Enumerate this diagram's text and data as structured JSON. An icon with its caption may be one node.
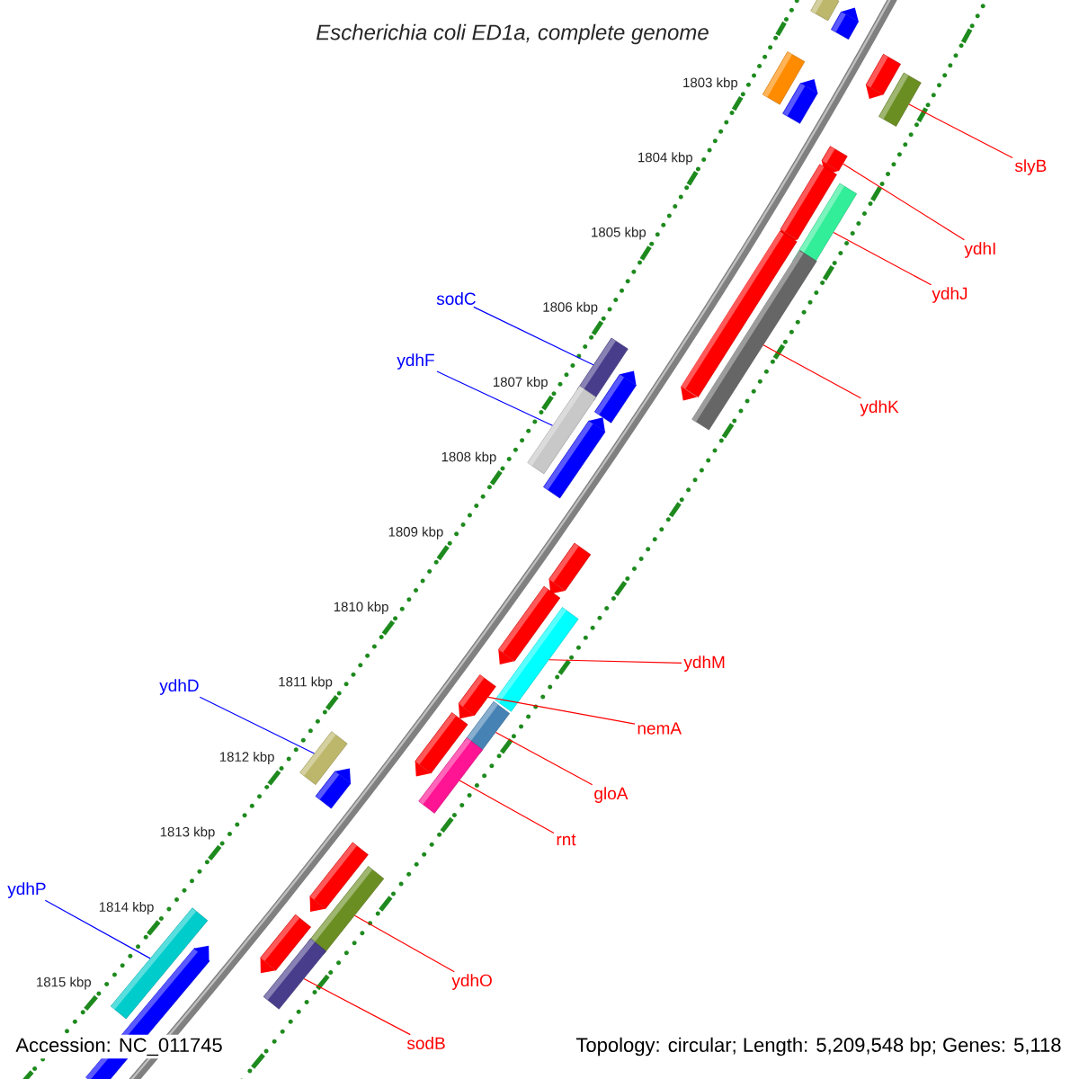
{
  "diagram": {
    "title": "Escherichia coli ED1a, complete genome",
    "nodes": [
      {
        "text": [
          "slyB"
        ]
      },
      {
        "text": [],
        "shape": "box"
      },
      {
        "text": [
          "ydhI"
        ]
      },
      {
        "text": [],
        "shape": "box"
      },
      {
        "text": [
          "ydhJ"
        ]
      },
      {
        "text": [],
        "shape": "box"
      },
      {
        "text": [
          "sodC"
        ]
      },
      {
        "text": [],
        "shape": "box"
      },
      {
        "text": [
          "ydhF"
        ]
      },
      {
        "text": [],
        "shape": "box"
      },
      {
        "text": [
          "ydhK"
        ]
      },
      {
        "text": [],
        "shape": "box"
      },
      {
        "text": [
          "ydhM"
        ]
      },
      {
        "text": [],
        "shape": "box"
      },
      {
        "text": [
          "ydhD"
        ]
      },
      {
        "text": [],
        "shape": "box"
      },
      {
        "text": [
          "nemA"
        ]
      },
      {
        "text": [],
        "shape": "box"
      },
      {
        "text": [
          "gloA"
        ]
      },
      {
        "text": [],
        "shape": "box"
      },
      {
        "text": [
          "rnt"
        ]
      },
      {
        "text": [],
        "shape": "box"
      },
      {
        "text": [
          "ydhP"
        ]
      },
      {
        "text": [],
        "shape": "box"
      },
      {
        "text": [
          "ydhO"
        ]
      },
      {
        "text": [],
        "shape": "box"
      },
      {
        "text": [
          "sodB"
        ]
      },
      {
        "text": [],
        "shape": "box"
      },
      {
        "text": [],
        "shape": "box"
      },
      {
        "text": [],
        "shape": "box"
      },
      {
        "text": [],
        "shape": "box"
      },
      {
        "text": [],
        "shape": "box"
      },
      {
        "text": [],
        "shape": "box"
      },
      {
        "text": [],
        "shape": "box"
      },
      {
        "text": [],
        "shape": "box"
      },
      {
        "text": [],
        "shape": "box"
      },
      {
        "text": [],
        "shape": "box"
      },
      {
        "text": [],
        "shape": "box"
      },
      {
        "text": [],
        "shape": "box"
      },
      {
        "text": [],
        "shape": "box"
      },
      {
        "text": [],
        "shape": "box"
      },
      {
        "text": [],
        "shape": "box"
      },
      {
        "text": [],
        "shape": "box"
      },
      {
        "text": [],
        "shape": "box"
      }
    ],
    "edges": [
      {
        "from": 0,
        "to": 1,
        "arrow": "none"
      },
      {
        "from": 2,
        "to": 3,
        "arrow": "none"
      },
      {
        "from": 4,
        "to": 5,
        "arrow": "none"
      },
      {
        "from": 6,
        "to": 7,
        "arrow": "none",
        "color": "#0000ff"
      },
      {
        "from": 8,
        "to": 9,
        "arrow": "none",
        "color": "#0000ff"
      },
      {
        "from": 10,
        "to": 11,
        "arrow": "none"
      },
      {
        "from": 12,
        "to": 13,
        "arrow": "none"
      },
      {
        "from": 14,
        "to": 15,
        "arrow": "none",
        "color": "#0000ff"
      },
      {
        "from": 16,
        "to": 17,
        "arrow": "none"
      },
      {
        "from": 18,
        "to": 19,
        "arrow": "none"
      },
      {
        "from": 20,
        "to": 21,
        "arrow": "none"
      },
      {
        "from": 22,
        "to": 23,
        "arrow": "none",
        "color": "#0000ff"
      },
      {
        "from": 24,
        "to": 25,
        "arrow": "none"
      },
      {
        "from": 26,
        "to": 27,
        "arrow": "none"
      }
    ],
    "labels": [
      "1803 kbp",
      "1804 kbp",
      "1805 kbp",
      "1806 kbp",
      "1807 kbp",
      "1808 kbp",
      "1809 kbp",
      "1810 kbp",
      "1811 kbp",
      "1812 kbp",
      "1813 kbp",
      "1814 kbp",
      "1815 kbp",
      "Accession: NC_011745",
      "Topology: circular; Length: 5,209,548 bp; Genes: 5,118"
    ]
  }
}
